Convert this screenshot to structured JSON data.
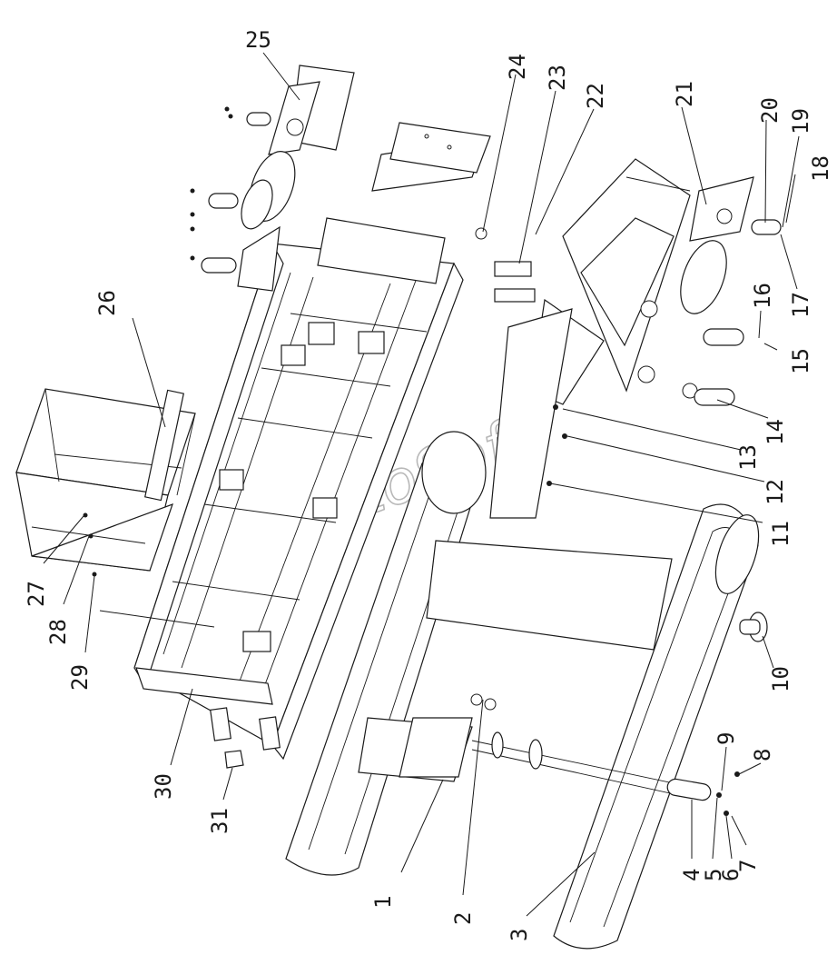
{
  "diagram": {
    "watermark": "AutoSoft",
    "callouts": [
      {
        "label": "1"
      },
      {
        "label": "2"
      },
      {
        "label": "3"
      },
      {
        "label": "4"
      },
      {
        "label": "5"
      },
      {
        "label": "6"
      },
      {
        "label": "7"
      },
      {
        "label": "8"
      },
      {
        "label": "9"
      },
      {
        "label": "10"
      },
      {
        "label": "11"
      },
      {
        "label": "12"
      },
      {
        "label": "13"
      },
      {
        "label": "14"
      },
      {
        "label": "15"
      },
      {
        "label": "16"
      },
      {
        "label": "17"
      },
      {
        "label": "18"
      },
      {
        "label": "19"
      },
      {
        "label": "20"
      },
      {
        "label": "21"
      },
      {
        "label": "22"
      },
      {
        "label": "23"
      },
      {
        "label": "24"
      },
      {
        "label": "25"
      },
      {
        "label": "26"
      },
      {
        "label": "27"
      },
      {
        "label": "28"
      },
      {
        "label": "29"
      },
      {
        "label": "30"
      },
      {
        "label": "31"
      }
    ]
  }
}
